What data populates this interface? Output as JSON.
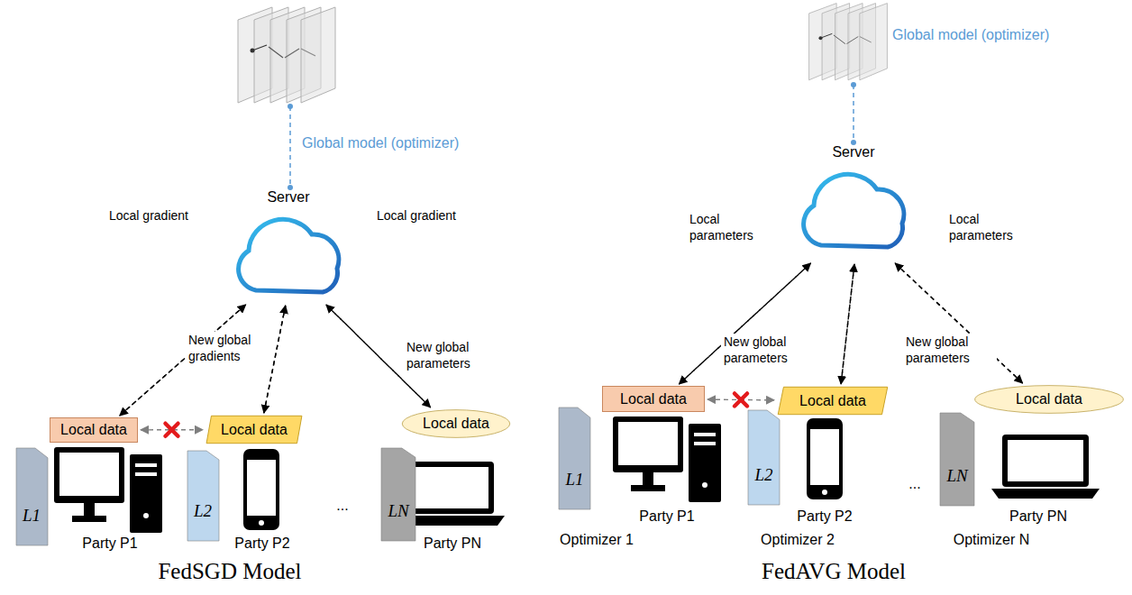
{
  "diagram": {
    "nodes": [
      {
        "text": [
          "Server"
        ]
      },
      {
        "text": [
          "Local data"
        ]
      },
      {
        "text": [
          "Local data"
        ]
      },
      {
        "text": [
          "Local data"
        ]
      },
      {
        "text": [
          "L1"
        ]
      },
      {
        "text": [
          "L2"
        ]
      },
      {
        "text": [
          "LN"
        ]
      },
      {
        "text": [
          "Server"
        ]
      },
      {
        "text": [
          "Local data"
        ]
      },
      {
        "text": [
          "Local data"
        ]
      },
      {
        "text": [
          "Local data"
        ]
      },
      {
        "text": [
          "L1"
        ]
      },
      {
        "text": [
          "L2"
        ]
      },
      {
        "text": [
          "LN"
        ]
      }
    ],
    "edges": [
      {
        "from": 1,
        "to": 0,
        "label": "Local gradient",
        "arrow": "to"
      },
      {
        "from": 0,
        "to": 1,
        "label": "New global gradients",
        "arrow": "to"
      },
      {
        "from": 2,
        "to": 0,
        "arrow": "to"
      },
      {
        "from": 0,
        "to": 2,
        "arrow": "to"
      },
      {
        "from": 3,
        "to": 0,
        "label": "Local gradient",
        "arrow": "to"
      },
      {
        "from": 0,
        "to": 3,
        "label": "New global parameters",
        "arrow": "to"
      },
      {
        "from": 1,
        "to": 2,
        "arrow": "both"
      },
      {
        "from": 8,
        "to": 7,
        "label": "Local parameters",
        "arrow": "to"
      },
      {
        "from": 7,
        "to": 8,
        "label": "New global parameters",
        "arrow": "to"
      },
      {
        "from": 9,
        "to": 7,
        "arrow": "to"
      },
      {
        "from": 7,
        "to": 9,
        "arrow": "to"
      },
      {
        "from": 10,
        "to": 7,
        "label": "Local parameters",
        "arrow": "to"
      },
      {
        "from": 7,
        "to": 10,
        "label": "New global parameters",
        "arrow": "to"
      },
      {
        "from": 8,
        "to": 9,
        "arrow": "both"
      }
    ],
    "labels": [
      "Global model (optimizer)",
      "Party P1",
      "Party P2",
      "...",
      "Party PN",
      "FedSGD Model",
      "Global model (optimizer)",
      "Party P1",
      "Party P2",
      "...",
      "Party PN",
      "Optimizer 1",
      "Optimizer 2",
      "Optimizer N",
      "FedAVG Model"
    ]
  }
}
